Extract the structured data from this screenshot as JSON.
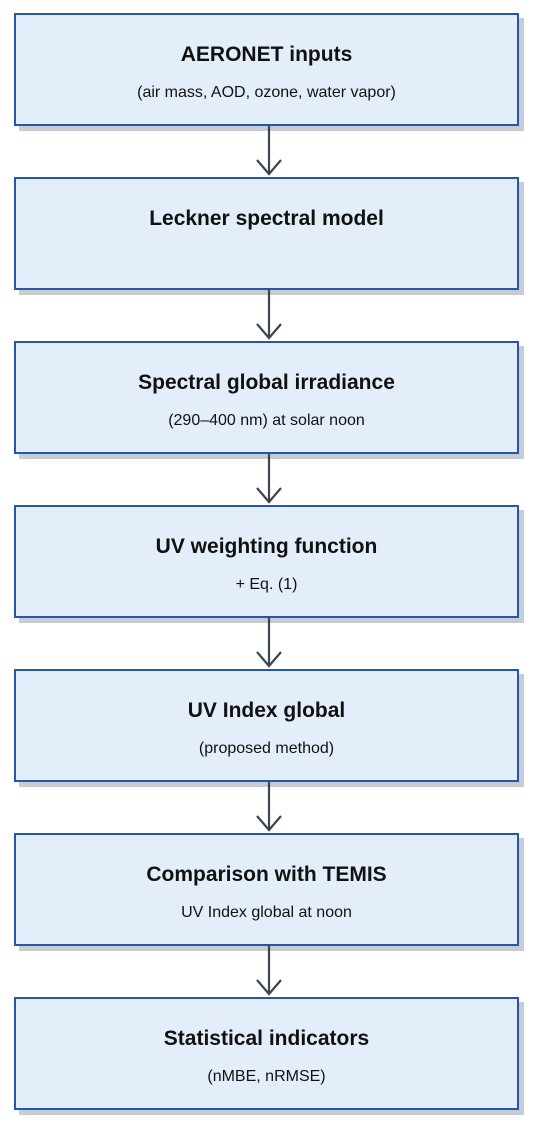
{
  "steps": [
    {
      "title": "AERONET inputs",
      "subtitle": "(air mass, AOD, ozone, water vapor)"
    },
    {
      "title": "Leckner spectral model",
      "subtitle": ""
    },
    {
      "title": "Spectral global irradiance",
      "subtitle": "(290–400 nm) at solar noon"
    },
    {
      "title": "UV weighting function",
      "subtitle": "+ Eq. (1)"
    },
    {
      "title": "UV Index global",
      "subtitle": "(proposed method)"
    },
    {
      "title": "Comparison with TEMIS",
      "subtitle": "UV Index global at noon"
    },
    {
      "title": "Statistical indicators",
      "subtitle": "(nMBE, nRMSE)"
    }
  ],
  "colors": {
    "box_fill": "#e3eefa",
    "box_border": "#2458a6",
    "box_shadow": "#c7ccd3",
    "arrow": "#3b4650"
  }
}
